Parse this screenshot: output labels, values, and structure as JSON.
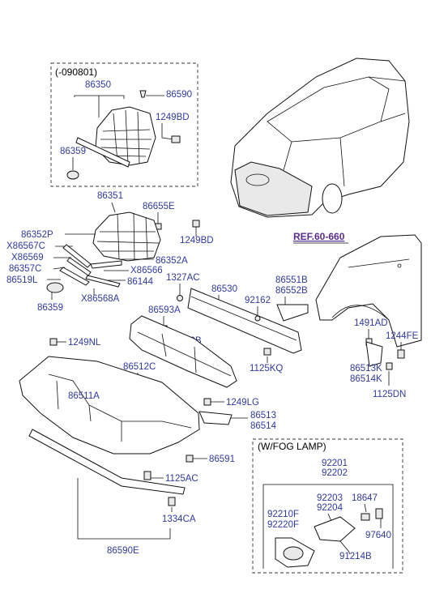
{
  "diagram": {
    "labels": {
      "g_90801": "(-090801)",
      "p86350": "86350",
      "p86590": "86590",
      "p1249BD_a": "1249BD",
      "p86359_a": "86359",
      "p86351": "86351",
      "p86655E": "86655E",
      "p1249BD_b": "1249BD",
      "p86352P": "86352P",
      "pX86567C": "X86567C",
      "pX86569": "X86569",
      "p86357C": "86357C",
      "p86519L": "86519L",
      "p86359_b": "86359",
      "p86352A": "86352A",
      "pX86566": "X86566",
      "p86144": "86144",
      "pX86568A": "X86568A",
      "p1327AC": "1327AC",
      "p86530": "86530",
      "p86551B": "86551B",
      "p86552B": "86552B",
      "p92162": "92162",
      "p86593A": "86593A",
      "p86520B": "86520B",
      "p1125KQ": "1125KQ",
      "p1249NL": "1249NL",
      "p86512C": "86512C",
      "p86511A": "86511A",
      "p1249LG": "1249LG",
      "p86513": "86513",
      "p86514": "86514",
      "p86591": "86591",
      "p1125AC": "1125AC",
      "p1334CA": "1334CA",
      "p86590E": "86590E",
      "ref": "REF.60-660",
      "p1491AD": "1491AD",
      "p1244FE": "1244FE",
      "p86513K": "86513K",
      "p86514K": "86514K",
      "p1125DN": "1125DN",
      "g_fog": "(W/FOG LAMP)",
      "p92201": "92201",
      "p92202": "92202",
      "p92203": "92203",
      "p92204": "92204",
      "p18647": "18647",
      "p92210F": "92210F",
      "p92220F": "92220F",
      "p97640": "97640",
      "p91214B": "91214B"
    }
  }
}
